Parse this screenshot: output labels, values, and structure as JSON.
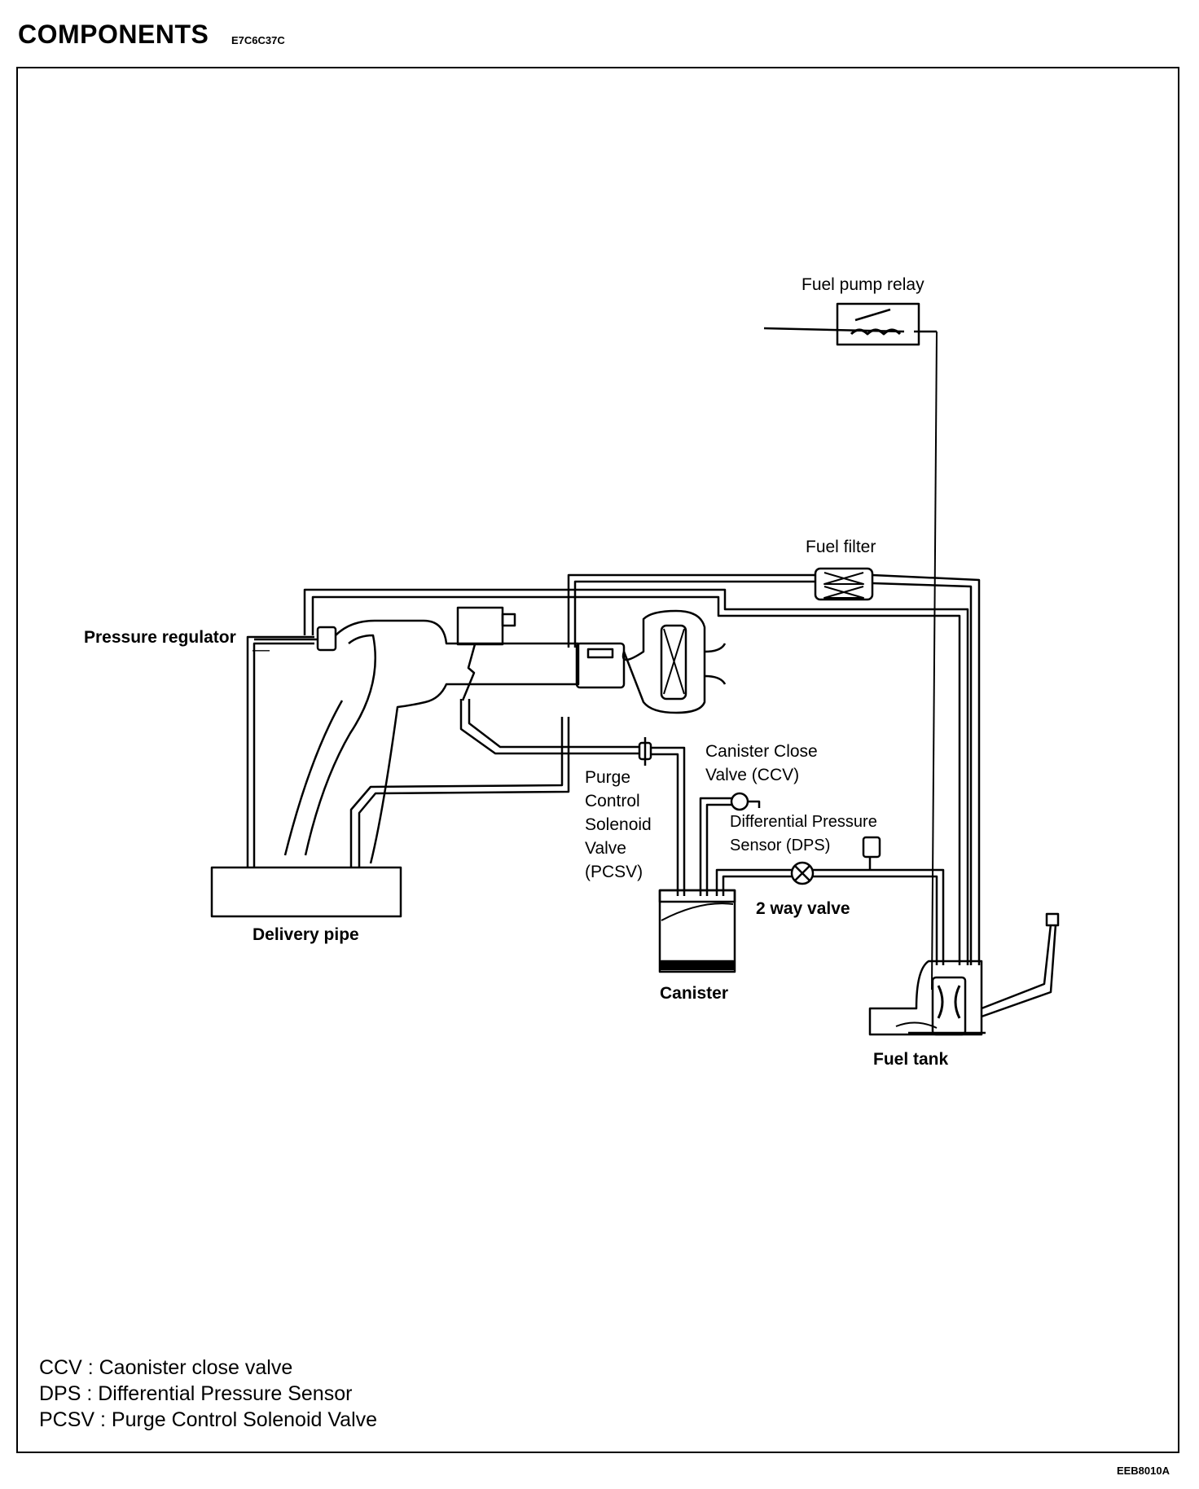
{
  "header": {
    "title": "COMPONENTS",
    "code": "E7C6C37C"
  },
  "labels": {
    "fuel_pump_relay": "Fuel pump relay",
    "fuel_filter": "Fuel filter",
    "pressure_regulator": "Pressure regulator",
    "purge_control": [
      "Purge",
      "Control",
      "Solenoid",
      "Valve",
      "(PCSV)"
    ],
    "canister_close_valve": [
      "Canister Close",
      "Valve (CCV)"
    ],
    "differential_pressure_sensor": [
      "Differential Pressure",
      "Sensor (DPS)"
    ],
    "two_way_valve": "2 way valve",
    "delivery_pipe": "Delivery pipe",
    "canister": "Canister",
    "fuel_tank": "Fuel tank"
  },
  "legend": [
    "CCV : Caonister close valve",
    "DPS : Differential Pressure Sensor",
    "PCSV : Purge Control Solenoid Valve"
  ],
  "figure_code": "EEB8010A"
}
